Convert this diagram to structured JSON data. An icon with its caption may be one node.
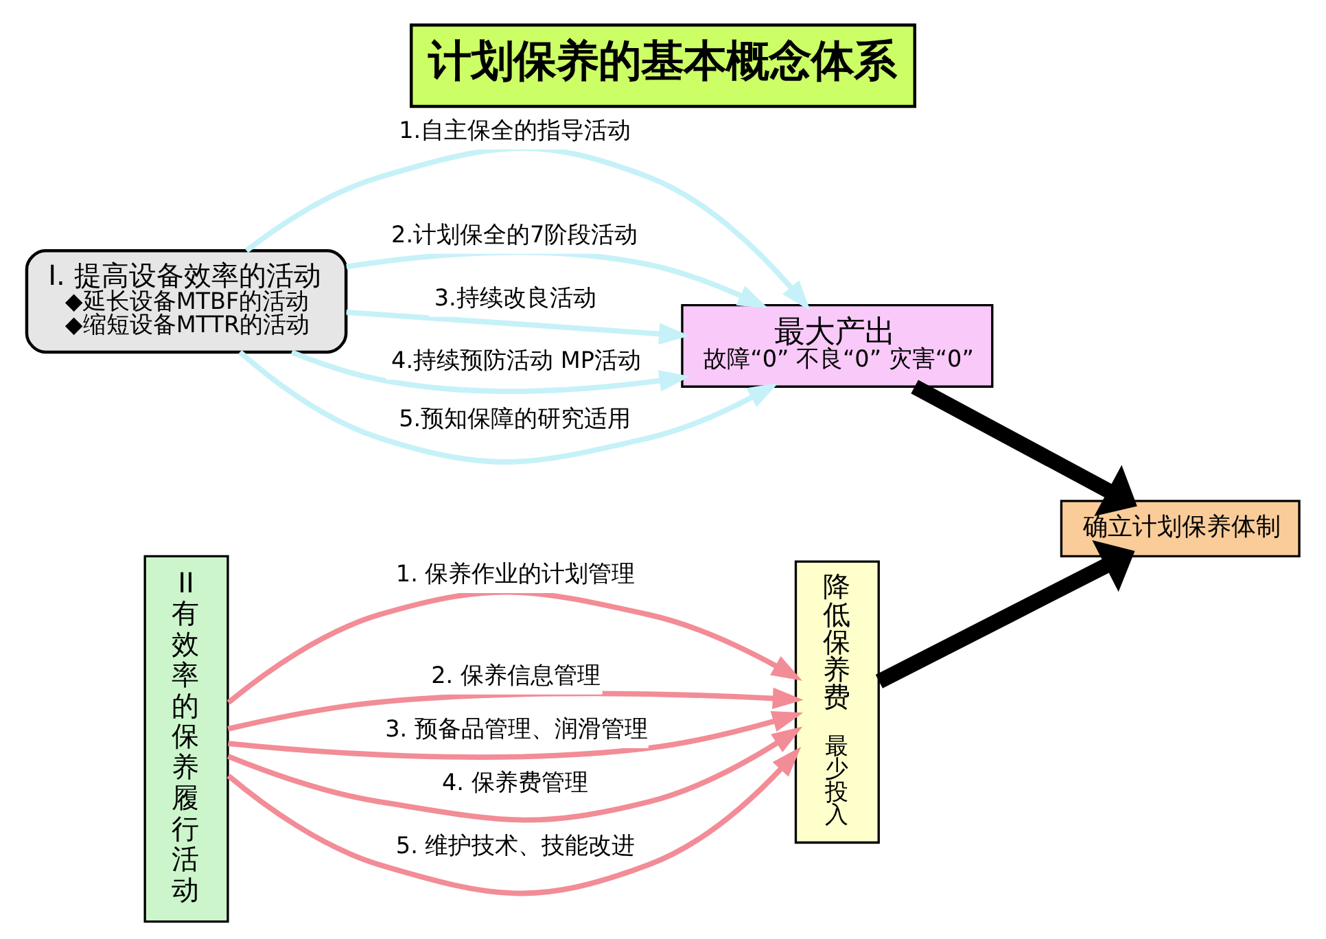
{
  "diagram": {
    "title": "计划保养的基本概念体系",
    "nodes": [
      {
        "text": [
          "I. 提高设备效率的活动",
          "◆延长设备MTBF的活动",
          "◆缩短设备MTTR的活动"
        ]
      },
      {
        "text": [
          "II有效率的保养履行活动"
        ]
      },
      {
        "text": [
          "降低保养费",
          "最少投入"
        ]
      },
      {
        "text": [
          "最大产出",
          "故障“0” 不良“0” 灾害“0”"
        ]
      },
      {
        "text": [
          "确立计划保养体制"
        ]
      }
    ],
    "edges": [
      {
        "from": 0,
        "to": 3,
        "arrow": "to",
        "label": "1.自主保全的指导活动",
        "color": "#c6f1f8"
      },
      {
        "from": 0,
        "to": 3,
        "arrow": "to",
        "label": "2.计划保全的7阶段活动",
        "color": "#c6f1f8"
      },
      {
        "from": 0,
        "to": 3,
        "arrow": "to",
        "label": "3.持续改良活动",
        "color": "#c6f1f8"
      },
      {
        "from": 0,
        "to": 3,
        "arrow": "to",
        "label": "4.持续预防活动 MP活动",
        "color": "#c6f1f8"
      },
      {
        "from": 0,
        "to": 3,
        "arrow": "to",
        "label": "5.预知保障的研究适用",
        "color": "#c6f1f8"
      },
      {
        "from": 1,
        "to": 2,
        "arrow": "to",
        "label": "1. 保养作业的计划管理",
        "color": "#f28c96"
      },
      {
        "from": 1,
        "to": 2,
        "arrow": "to",
        "label": "2. 保养信息管理",
        "color": "#f28c96"
      },
      {
        "from": 1,
        "to": 2,
        "arrow": "to",
        "label": "3. 预备品管理、润滑管理",
        "color": "#f28c96"
      },
      {
        "from": 1,
        "to": 2,
        "arrow": "to",
        "label": "4. 保养费管理",
        "color": "#f28c96"
      },
      {
        "from": 1,
        "to": 2,
        "arrow": "to",
        "label": "5. 维护技术、技能改进",
        "color": "#f28c96"
      },
      {
        "from": 3,
        "to": 4,
        "arrow": "to",
        "style": "thick",
        "color": "#000000"
      },
      {
        "from": 2,
        "to": 4,
        "arrow": "to",
        "style": "thick",
        "color": "#000000"
      }
    ]
  }
}
